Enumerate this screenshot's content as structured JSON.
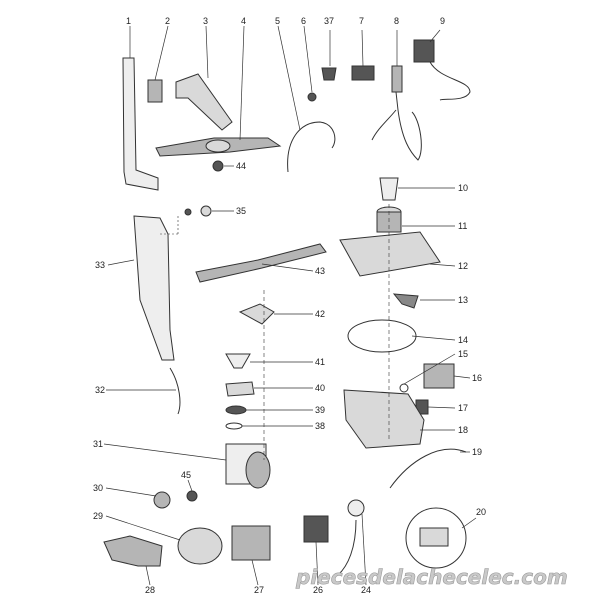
{
  "callouts": {
    "c1": "1",
    "c2": "2",
    "c3": "3",
    "c4": "4",
    "c5": "5",
    "c6": "6",
    "c37": "37",
    "c7": "7",
    "c8": "8",
    "c9": "9",
    "c44": "44",
    "c35": "35",
    "c10": "10",
    "c11": "11",
    "c33": "33",
    "c12": "12",
    "c43": "43",
    "c13": "13",
    "c42": "42",
    "c14": "14",
    "c15": "15",
    "c41": "41",
    "c16": "16",
    "c40": "40",
    "c32": "32",
    "c17": "17",
    "c39": "39",
    "c38": "38",
    "c18": "18",
    "c31": "31",
    "c19": "19",
    "c45": "45",
    "c30": "30",
    "c20": "20",
    "c29": "29",
    "c28": "28",
    "c27": "27",
    "c26": "26",
    "c24": "24"
  },
  "watermark": "piecesdelachecelec.com",
  "colors": {
    "line": "#333333",
    "metal": "#d9d9d9",
    "grey": "#b5b5b5",
    "dark": "#555555",
    "hose": "#888888",
    "light": "#eeeeee"
  }
}
